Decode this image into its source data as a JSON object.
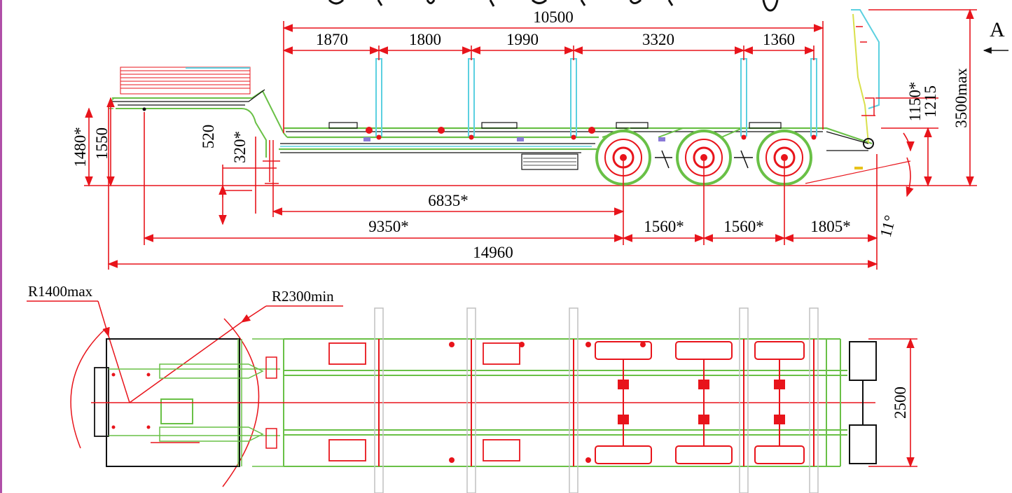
{
  "view_label": "A",
  "side_view": {
    "overall_top": "10500",
    "top_segments": [
      "1870",
      "1800",
      "1990",
      "3320",
      "1360"
    ],
    "left_heights": [
      "1480*",
      "1550"
    ],
    "mid_heights": [
      "520",
      "320*"
    ],
    "right_heights": [
      "1150*",
      "1215",
      "3500max"
    ],
    "bottom_row1": "6835*",
    "bottom_row2": [
      "9350*",
      "1560*",
      "1560*",
      "1805*"
    ],
    "overall_length": "14960",
    "angle": "11°"
  },
  "top_view": {
    "radius_front": "R1400max",
    "radius_rear": "R2300min",
    "width": "2500"
  },
  "colors": {
    "dimension": "#e8141b",
    "frame": "#69c046",
    "stakes": "#5bd0e0",
    "outline": "#111111"
  }
}
